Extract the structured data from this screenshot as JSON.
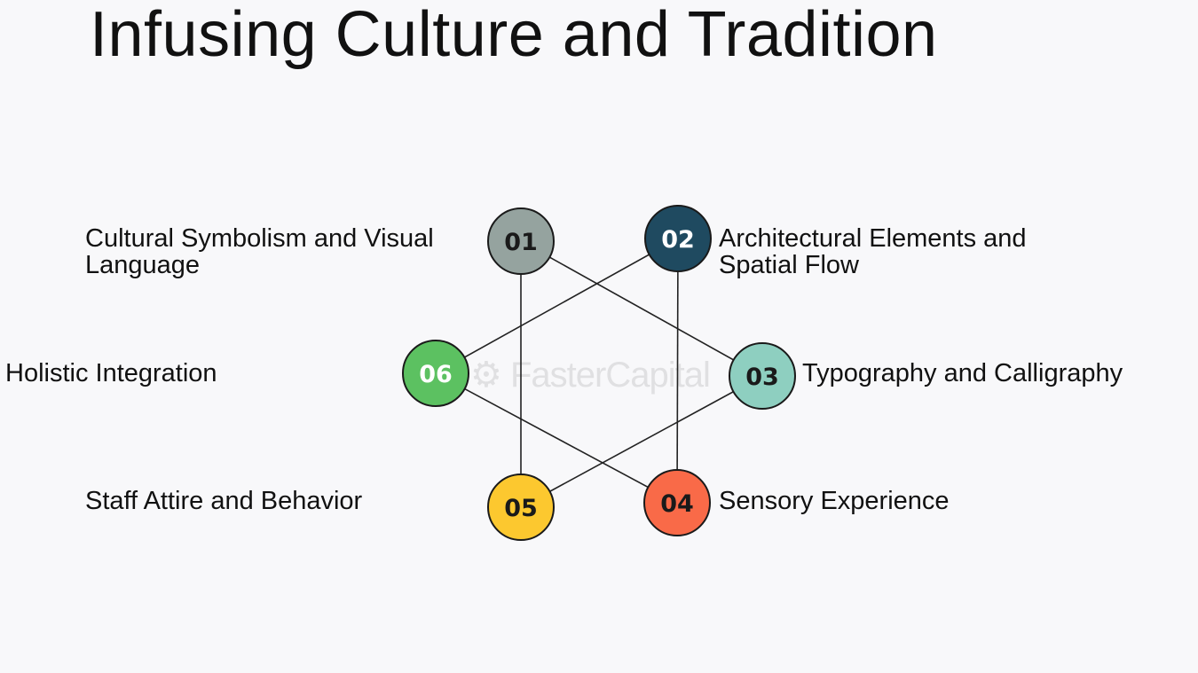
{
  "title": "Infusing Culture and Tradition",
  "watermark": "FasterCapital",
  "nodes": [
    {
      "number": "01",
      "label": "Cultural Symbolism and Visual Language",
      "color": "#95a39f",
      "text_color": "#1a1a1a"
    },
    {
      "number": "02",
      "label": "Architectural Elements and Spatial Flow",
      "color": "#1f4a60",
      "text_color": "#ffffff"
    },
    {
      "number": "03",
      "label": "Typography and Calligraphy",
      "color": "#8ecfc0",
      "text_color": "#1a1a1a"
    },
    {
      "number": "04",
      "label": "Sensory Experience",
      "color": "#f96a48",
      "text_color": "#1a1a1a"
    },
    {
      "number": "05",
      "label": "Staff Attire and Behavior",
      "color": "#fcc82f",
      "text_color": "#1a1a1a"
    },
    {
      "number": "06",
      "label": "Holistic Integration",
      "color": "#5cc161",
      "text_color": "#ffffff"
    }
  ]
}
